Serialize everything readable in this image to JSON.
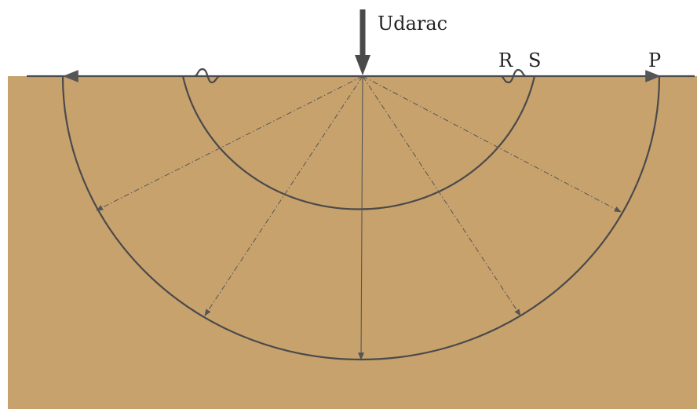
{
  "labels": {
    "impact": "Udarac",
    "rayleigh": "R",
    "s_wave": "S",
    "p_wave": "P"
  },
  "colors": {
    "ground": "#c8a26d",
    "sky": "#ffffff",
    "line": "#4a4a4a",
    "ray": "#555555",
    "text": "#222222"
  }
}
